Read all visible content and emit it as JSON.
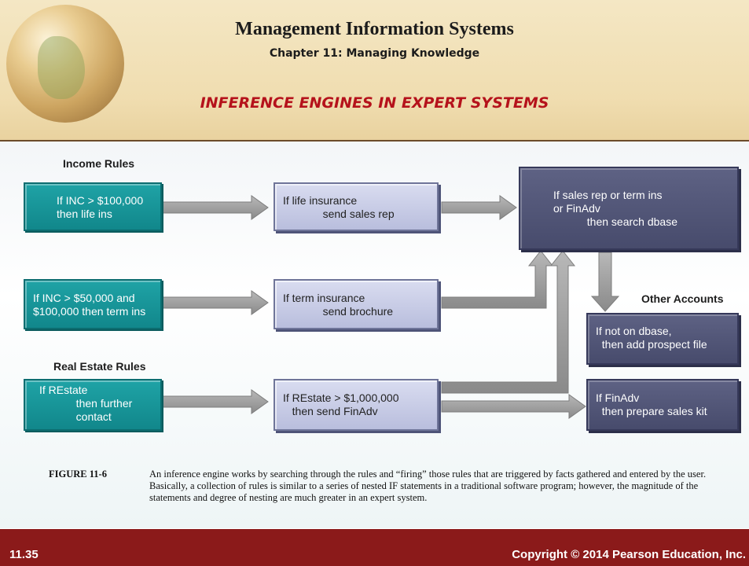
{
  "header": {
    "title": "Management Information Systems",
    "chapter": "Chapter 11: Managing Knowledge",
    "slide_title": "INFERENCE ENGINES IN EXPERT SYSTEMS"
  },
  "diagram": {
    "section_labels": {
      "income": "Income Rules",
      "real_estate": "Real Estate Rules",
      "other_accounts": "Other Accounts"
    },
    "rules": [
      {
        "lines": [
          "If INC > $100,000",
          "then life ins"
        ]
      },
      {
        "lines": [
          "If INC > $50,000 and",
          "$100,000 then term ins"
        ]
      },
      {
        "lines": [
          "If REstate",
          "            then further",
          "            contact"
        ]
      }
    ],
    "actions": [
      {
        "lines": [
          "If life insurance",
          "             send sales rep"
        ]
      },
      {
        "lines": [
          "If term insurance",
          "             send brochure"
        ]
      },
      {
        "lines": [
          "If REstate > $1,000,000",
          "   then send FinAdv"
        ]
      }
    ],
    "search": {
      "lines": [
        "If sales rep or term ins",
        "or FinAdv",
        "           then search dbase"
      ]
    },
    "other": [
      {
        "lines": [
          "If not on dbase,",
          "  then add prospect file"
        ]
      },
      {
        "lines": [
          "If FinAdv",
          "  then prepare sales kit"
        ]
      }
    ],
    "colors": {
      "rule_box": "#11878b",
      "action_box": "#b9bedd",
      "search_box": "#474b6c",
      "arrow": "#9a9a9a"
    }
  },
  "caption": {
    "label": "FIGURE 11-6",
    "text": "An inference engine works by searching through the rules and “firing” those rules that are triggered by facts gathered and entered by the user. Basically, a collection of rules is similar to a series of nested IF statements in a traditional software program; however, the magnitude of the statements and degree of nesting are much greater in an expert system."
  },
  "footer": {
    "slide_number": "11.35",
    "copyright": "Copyright © 2014 Pearson Education, Inc."
  }
}
